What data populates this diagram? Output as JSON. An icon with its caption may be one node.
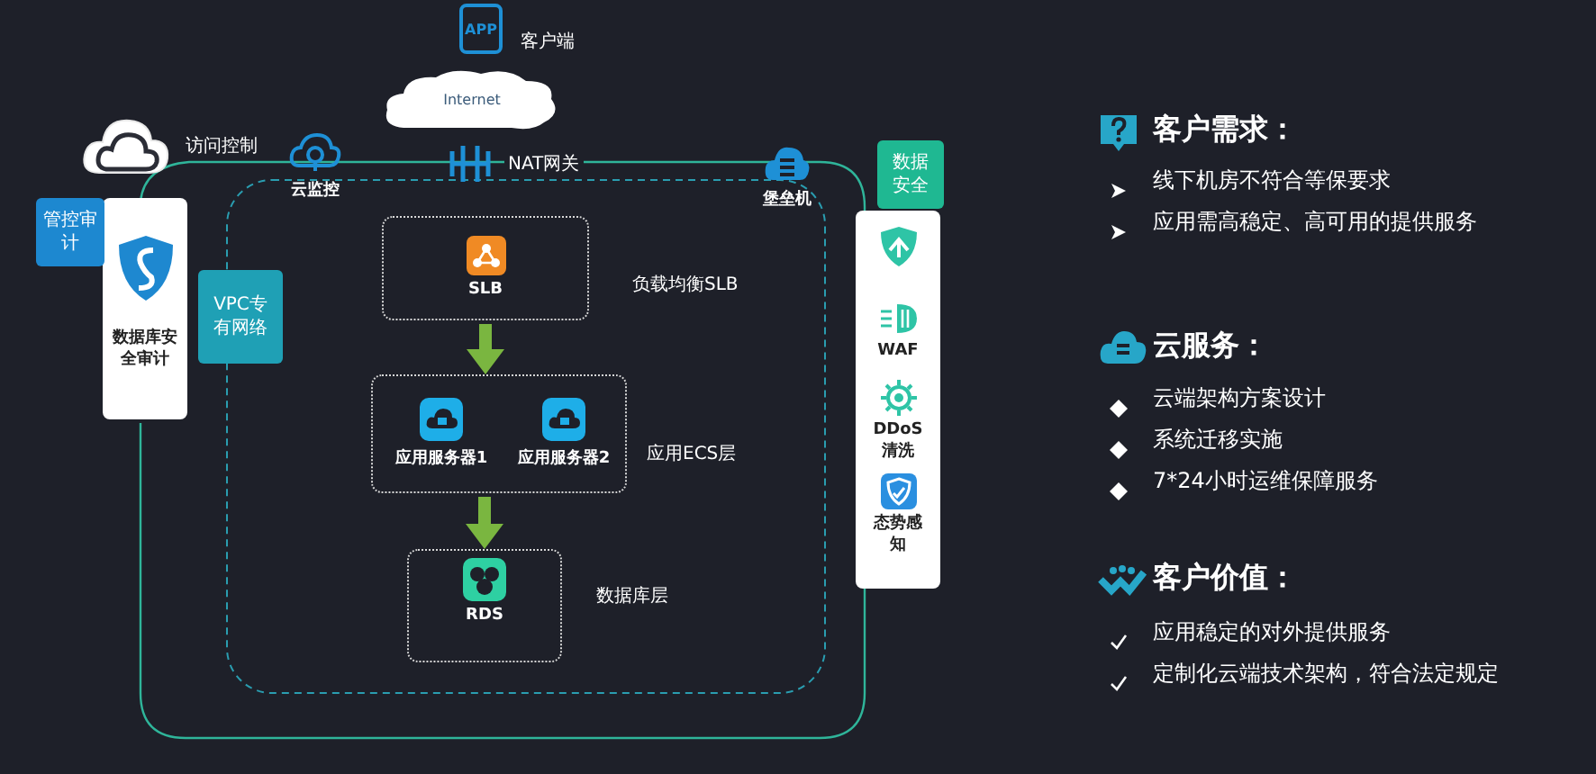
{
  "diagram": {
    "nodes": [
      {
        "text": [
          "APP",
          "客户端"
        ]
      },
      {
        "text": [
          "Internet"
        ]
      },
      {
        "text": [
          "访问控制"
        ]
      },
      {
        "text": [
          "云监控"
        ]
      },
      {
        "text": [
          "NAT网关"
        ]
      },
      {
        "text": [
          "堡垒机"
        ]
      },
      {
        "text": [
          "数据库安全审计"
        ]
      },
      {
        "text": [
          "管控审计"
        ]
      },
      {
        "text": [
          "VPC专有网络"
        ]
      },
      {
        "text": [
          "SLB"
        ],
        "beside": [
          "负载均衡SLB"
        ]
      },
      {
        "text": [],
        "shape": "box",
        "beside": [
          "应用ECS层"
        ]
      },
      {
        "text": [
          "应用服务器1"
        ],
        "in": 10
      },
      {
        "text": [
          "应用服务器2"
        ],
        "in": 10
      },
      {
        "text": [
          "RDS"
        ],
        "beside": [
          "数据库层"
        ]
      },
      {
        "text": [
          "数据安全"
        ]
      },
      {
        "text": [],
        "shape": "box"
      },
      {
        "text": [],
        "shape": "picture",
        "in": 15
      },
      {
        "text": [
          "WAF"
        ],
        "in": 15
      },
      {
        "text": [
          "DDoS清洗"
        ],
        "in": 15
      },
      {
        "text": [
          "态势感知"
        ],
        "in": 15
      }
    ],
    "edges": [
      {
        "from": 9,
        "to": 10,
        "arrow": "to"
      },
      {
        "from": 10,
        "to": 13,
        "arrow": "to"
      }
    ],
    "labels": [
      "客户需求：",
      "线下机房不符合等保要求",
      "应用需高稳定、高可用的提供服务",
      "云服务：",
      "云端架构方案设计",
      "系统迁移实施",
      "7*24小时运维保障服务",
      "客户价值：",
      "应用稳定的对外提供服务",
      "定制化云端技术架构，符合法定规定"
    ]
  }
}
